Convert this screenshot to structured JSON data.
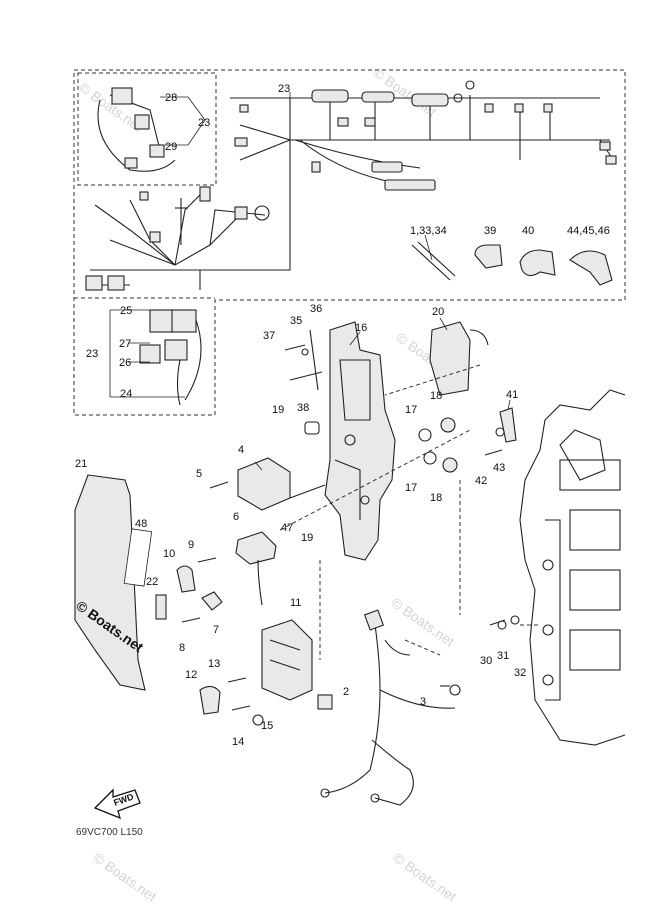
{
  "diagram": {
    "drawing_code": "69VC700 L150",
    "brand_label": "© Boats.net",
    "watermark": "© Boats.net",
    "direction_label": "FWD",
    "callouts": [
      "1,33,34",
      "2",
      "3",
      "4",
      "5",
      "6",
      "7",
      "8",
      "9",
      "10",
      "11",
      "12",
      "13",
      "14",
      "15",
      "16",
      "17",
      "17",
      "18",
      "18",
      "19",
      "19",
      "20",
      "21",
      "22",
      "23",
      "23",
      "23",
      "24",
      "25",
      "26",
      "27",
      "28",
      "29",
      "30",
      "31",
      "32",
      "35",
      "36",
      "37",
      "38",
      "39",
      "40",
      "41",
      "42",
      "43",
      "44,45,46",
      "47",
      "48"
    ]
  }
}
